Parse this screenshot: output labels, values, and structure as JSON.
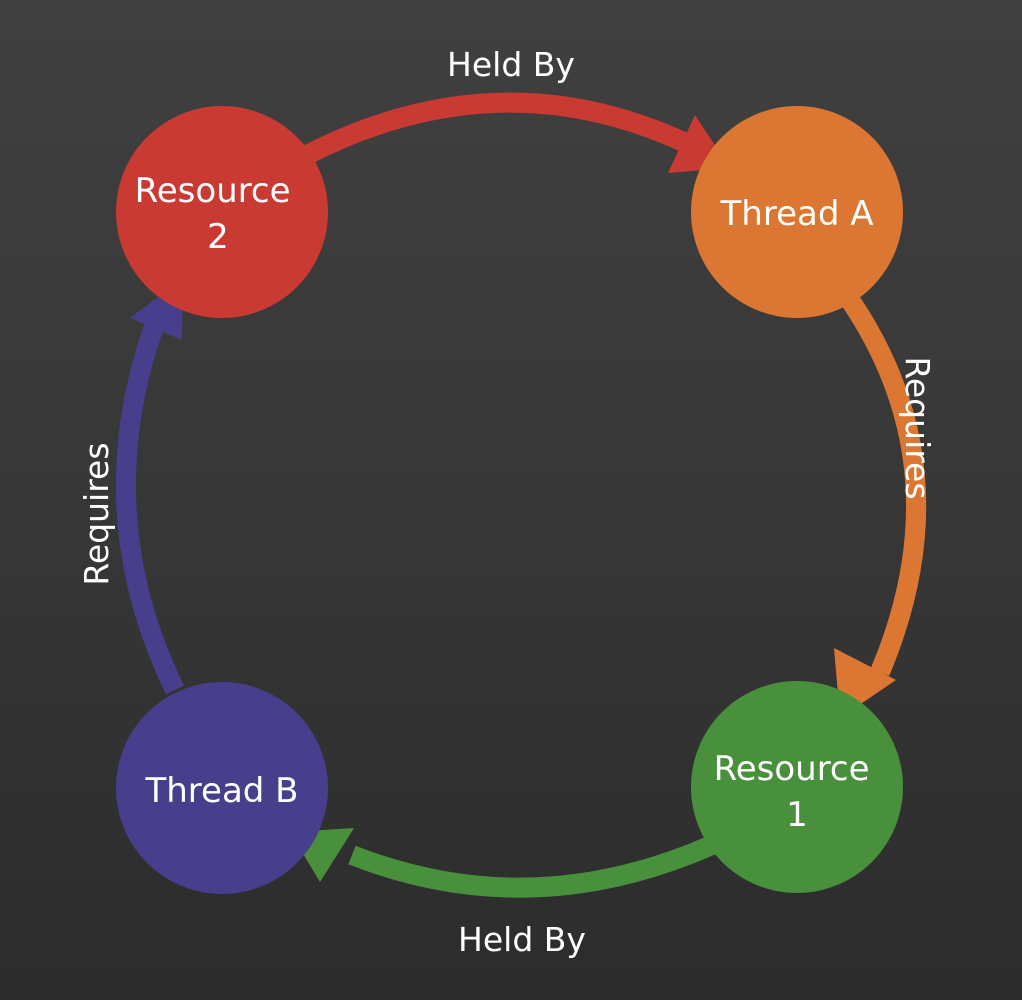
{
  "colors": {
    "resource_2": "#c93a32",
    "thread_a": "#db7732",
    "resource_1": "#48903c",
    "thread_b": "#473e8c",
    "text": "#ffffff"
  },
  "nodes": {
    "resource_2": {
      "line1": "Resource",
      "line2": "2"
    },
    "thread_a": {
      "line1": "Thread A"
    },
    "resource_1": {
      "line1": "Resource",
      "line2": "1"
    },
    "thread_b": {
      "line1": "Thread B"
    }
  },
  "edges": {
    "top": {
      "label": "Held By",
      "from": "Resource 2",
      "to": "Thread A"
    },
    "right": {
      "label": "Requires",
      "from": "Thread A",
      "to": "Resource 1"
    },
    "bottom": {
      "label": "Held By",
      "from": "Resource 1",
      "to": "Thread B"
    },
    "left": {
      "label": "Requires",
      "from": "Thread B",
      "to": "Resource 2"
    }
  }
}
